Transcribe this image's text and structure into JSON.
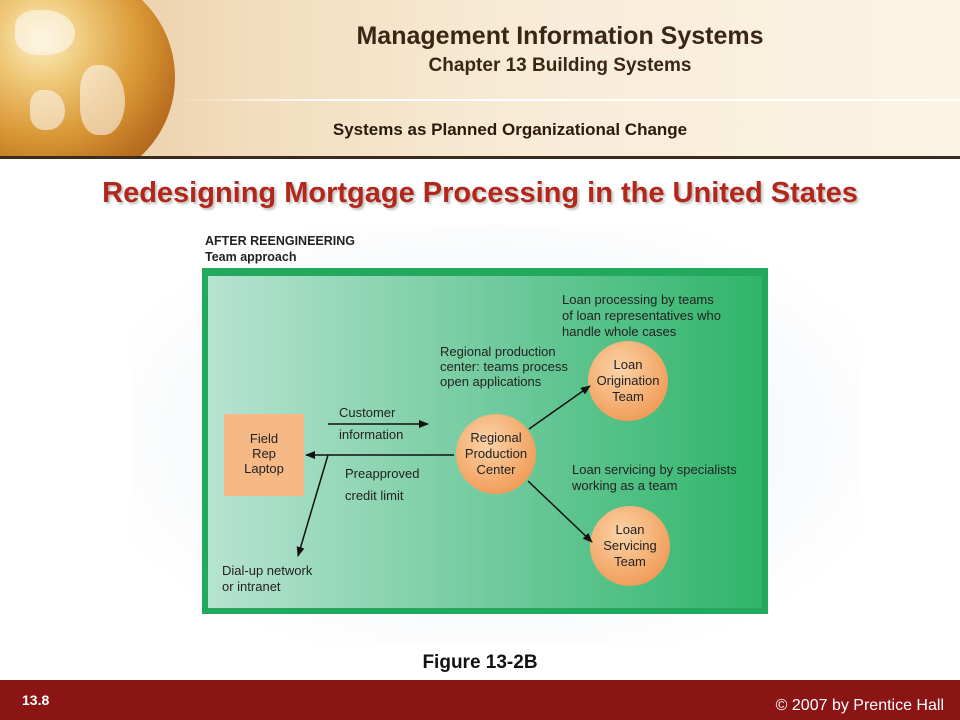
{
  "header": {
    "title": "Management Information Systems",
    "chapter": "Chapter 13 Building Systems",
    "section": "Systems as Planned Organizational Change"
  },
  "slide": {
    "title": "Redesigning Mortgage Processing in the United States"
  },
  "figure": {
    "heading_line1": "AFTER REENGINEERING",
    "heading_line2": "Team approach",
    "caption": "Figure 13-2B",
    "nodes": {
      "field_rep": [
        "Field",
        "Rep",
        "Laptop"
      ],
      "regional_center": [
        "Regional",
        "Production",
        "Center"
      ],
      "loan_origination": [
        "Loan",
        "Origination",
        "Team"
      ],
      "loan_servicing": [
        "Loan",
        "Servicing",
        "Team"
      ]
    },
    "labels": {
      "customer_info": [
        "Customer",
        "information"
      ],
      "preapproved": [
        "Preapproved",
        "credit limit"
      ],
      "dialup": [
        "Dial-up network",
        "or intranet"
      ],
      "regional_note": [
        "Regional production",
        "center: teams process",
        "open applications"
      ],
      "loan_processing_note": [
        "Loan processing by teams",
        "of loan representatives who",
        "handle whole cases"
      ],
      "loan_servicing_note": [
        "Loan servicing by specialists",
        "working as a team"
      ]
    },
    "colors": {
      "panel_dark": "#2fb56a",
      "panel_light": "#b7e3d2",
      "box_fill": "#f6b985",
      "circle_fill": "#f3a865"
    }
  },
  "footer": {
    "slide_number": "13.8",
    "copyright": "© 2007 by Prentice Hall"
  }
}
